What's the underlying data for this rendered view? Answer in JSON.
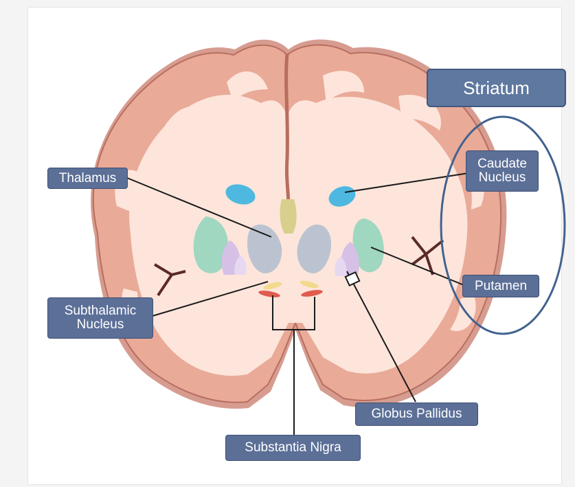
{
  "labels": {
    "striatum": "Striatum",
    "thalamus": "Thalamus",
    "caudate_nucleus": "Caudate\nNucleus",
    "putamen": "Putamen",
    "subthalamic_nucleus": "Subthalamic\nNucleus",
    "globus_pallidus": "Globus Pallidus",
    "substantia_nigra": "Substantia Nigra"
  },
  "colors": {
    "cortex": "#e9aa98",
    "cortex_outline": "#c97b6b",
    "white_matter": "#fde5db",
    "label_fill": "#5b6f97",
    "striatum_ellipse": "#41628f",
    "caudate": "#4fb8e0",
    "putamen": "#9fd7c0",
    "globus_pallidus": "#d6c0e6",
    "thalamus": "#bcc3d0",
    "subthalamic_nucleus": "#f2d98c",
    "substantia_nigra": "#e05c4e",
    "ventricle": "#d9cf8c"
  }
}
